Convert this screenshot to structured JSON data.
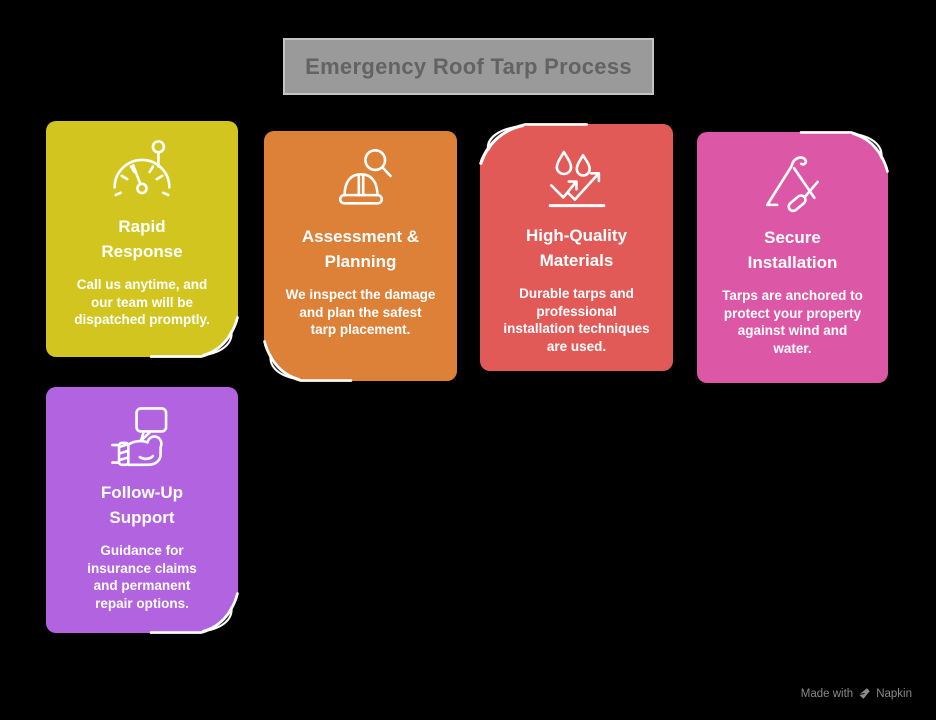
{
  "page": {
    "background": "#000000"
  },
  "header": {
    "title": "Emergency Roof Tarp Process",
    "bg": "#9a9a9a",
    "border_color": "#c3c3c3",
    "text_color": "#636363"
  },
  "card_text_color": "#ffffff",
  "cards": [
    {
      "title": "Rapid Response",
      "body": "Call us anytime, and our team will be dispatched promptly.",
      "color": "#d3c51f",
      "icon": "speedometer-icon",
      "curl_corner": "bottom-right"
    },
    {
      "title": "Assessment & Planning",
      "body": "We inspect the damage and plan the safest tarp placement.",
      "color": "#dd8038",
      "icon": "hardhat-magnifier-icon",
      "curl_corner": "bottom-left"
    },
    {
      "title": "High-Quality Materials",
      "body": "Durable tarps and professional installation techniques are used.",
      "color": "#e25a57",
      "icon": "water-repellent-icon",
      "curl_corner": "top-left"
    },
    {
      "title": "Secure Installation",
      "body": "Tarps are anchored to protect your property against wind and water.",
      "color": "#dc57a6",
      "icon": "tarp-stake-icon",
      "curl_corner": "top-right"
    },
    {
      "title": "Follow-Up Support",
      "body": "Guidance for insurance claims and permanent repair options.",
      "color": "#b263e0",
      "icon": "support-hand-icon",
      "curl_corner": "bottom-right"
    }
  ],
  "footer": {
    "made_with": "Made with",
    "brand": "Napkin",
    "color": "#8a8a8a"
  }
}
